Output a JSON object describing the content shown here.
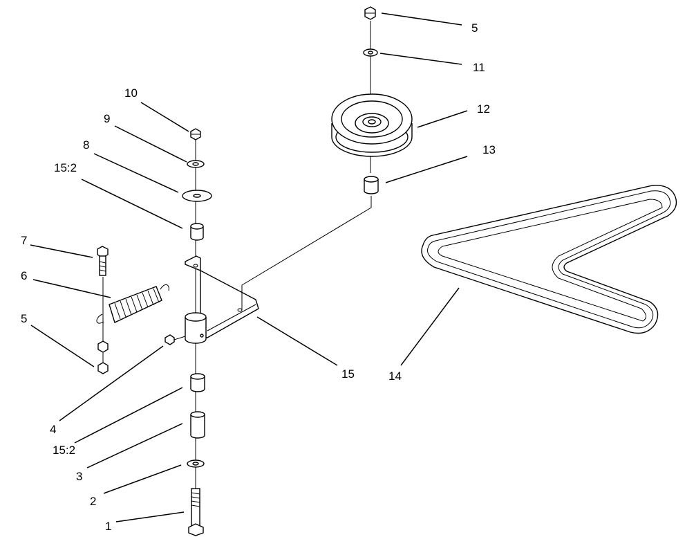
{
  "callouts": [
    {
      "id": "callout-1",
      "text": "1"
    },
    {
      "id": "callout-2",
      "text": "2"
    },
    {
      "id": "callout-3",
      "text": "3"
    },
    {
      "id": "callout-4",
      "text": "4"
    },
    {
      "id": "callout-5-left",
      "text": "5"
    },
    {
      "id": "callout-5-top",
      "text": "5"
    },
    {
      "id": "callout-6",
      "text": "6"
    },
    {
      "id": "callout-7",
      "text": "7"
    },
    {
      "id": "callout-8",
      "text": "8"
    },
    {
      "id": "callout-9",
      "text": "9"
    },
    {
      "id": "callout-10",
      "text": "10"
    },
    {
      "id": "callout-11",
      "text": "11"
    },
    {
      "id": "callout-12",
      "text": "12"
    },
    {
      "id": "callout-13",
      "text": "13"
    },
    {
      "id": "callout-14",
      "text": "14"
    },
    {
      "id": "callout-15",
      "text": "15"
    },
    {
      "id": "callout-15-2-top",
      "text": "15:2"
    },
    {
      "id": "callout-15-2-bottom",
      "text": "15:2"
    }
  ]
}
